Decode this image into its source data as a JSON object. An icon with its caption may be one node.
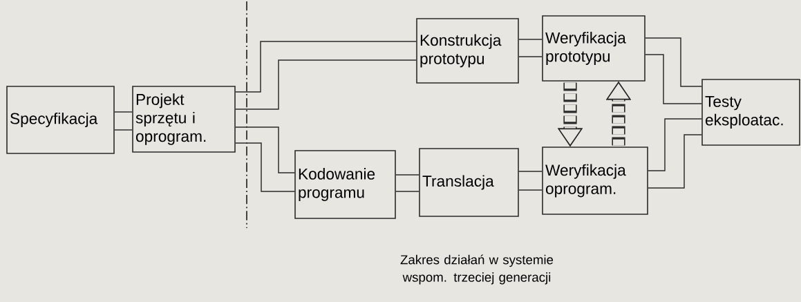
{
  "diagram": {
    "nodes": [
      {
        "text": [
          "Specyfikacja"
        ]
      },
      {
        "text": [
          "Projekt sprzętu i oprogram."
        ]
      },
      {
        "text": [
          "Konstrukcja prototypu"
        ]
      },
      {
        "text": [
          "Weryfikacja prototypu"
        ]
      },
      {
        "text": [
          "Testy eksploatac."
        ]
      },
      {
        "text": [
          "Kodowanie programu"
        ]
      },
      {
        "text": [
          "Translacja"
        ]
      },
      {
        "text": [
          "Weryfikacja oprogram."
        ]
      }
    ],
    "edges": [
      {
        "from": 0,
        "to": 1,
        "arrow": "none"
      },
      {
        "from": 0,
        "to": 1,
        "arrow": "none"
      },
      {
        "from": 1,
        "to": 2,
        "arrow": "none"
      },
      {
        "from": 1,
        "to": 2,
        "arrow": "none"
      },
      {
        "from": 1,
        "to": 5,
        "arrow": "none"
      },
      {
        "from": 1,
        "to": 5,
        "arrow": "none"
      },
      {
        "from": 2,
        "to": 3,
        "arrow": "none"
      },
      {
        "from": 2,
        "to": 3,
        "arrow": "none"
      },
      {
        "from": 5,
        "to": 6,
        "arrow": "none"
      },
      {
        "from": 5,
        "to": 6,
        "arrow": "none"
      },
      {
        "from": 6,
        "to": 7,
        "arrow": "none"
      },
      {
        "from": 6,
        "to": 7,
        "arrow": "none"
      },
      {
        "from": 3,
        "to": 7,
        "arrow": "to",
        "style": "dashed"
      },
      {
        "from": 7,
        "to": 3,
        "arrow": "to",
        "style": "dashed"
      },
      {
        "from": 3,
        "to": 4,
        "arrow": "none"
      },
      {
        "from": 3,
        "to": 4,
        "arrow": "none"
      },
      {
        "from": 7,
        "to": 4,
        "arrow": "none"
      },
      {
        "from": 7,
        "to": 4,
        "arrow": "none"
      }
    ],
    "labels": [
      "Zakres działań w systemie wspom. trzeciej generacji"
    ]
  }
}
